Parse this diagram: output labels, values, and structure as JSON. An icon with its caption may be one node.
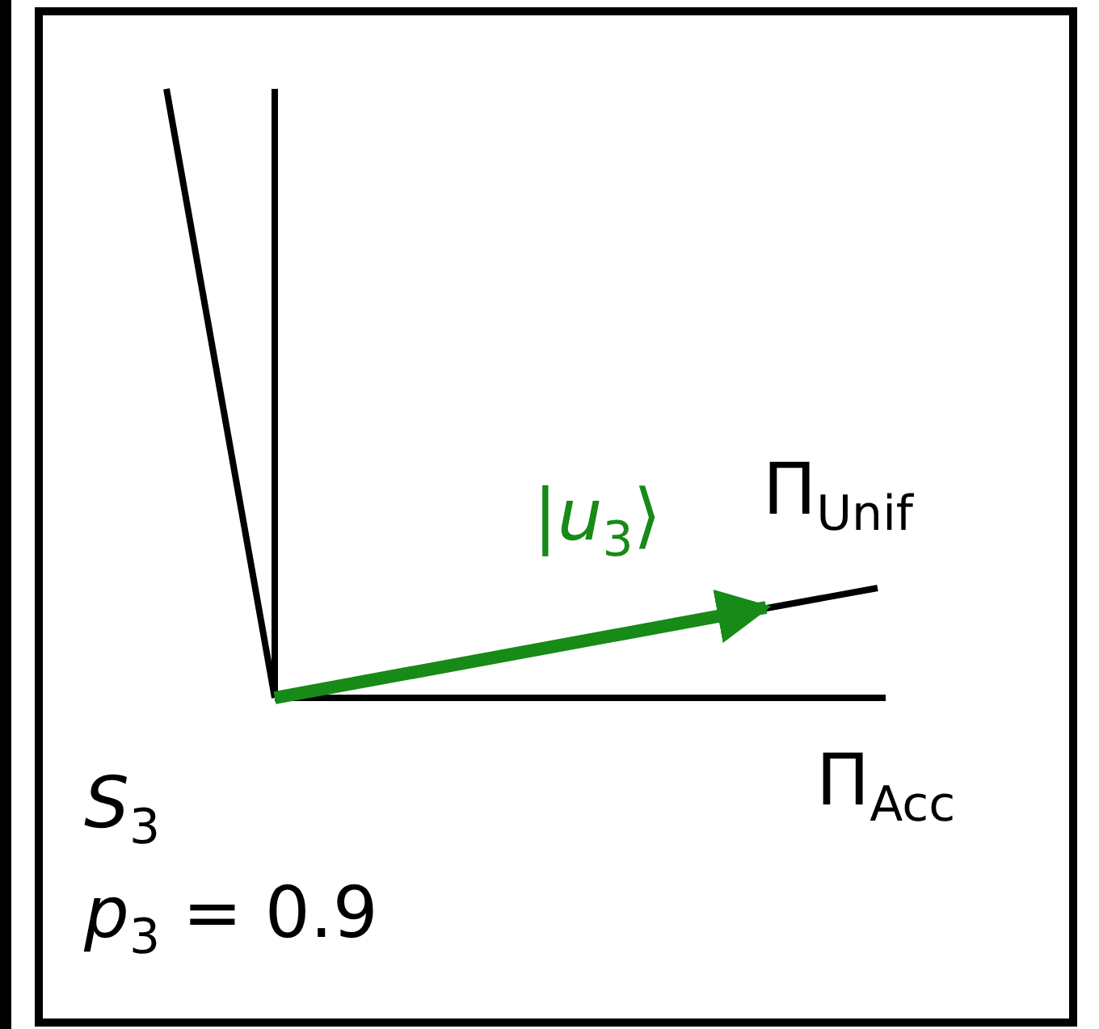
{
  "diagram": {
    "labels": [
      "|*u*$_{3}$⟩",
      "Π$_{Unif}$",
      "Π$_{Acc}$",
      "*S*$_{3}$",
      "*p*$_{3}$ = 0.9"
    ]
  }
}
